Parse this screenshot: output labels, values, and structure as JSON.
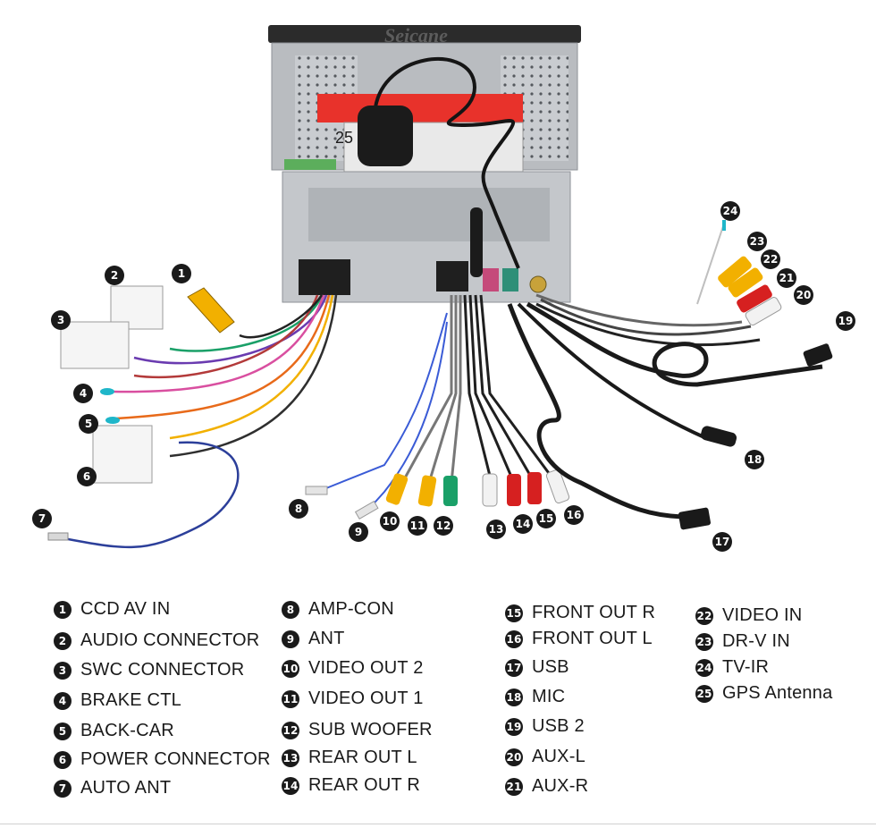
{
  "brand": "Seicane",
  "colors": {
    "badge": "#1a1a1a",
    "rca_yellow": "#f2b000",
    "rca_red": "#d62020",
    "rca_white": "#f2f2f2",
    "rca_green": "#1aa068",
    "casing": "#bfc2c6",
    "label_red": "#e8322b"
  },
  "callouts": [
    {
      "num": "1",
      "label": "CCD AV IN"
    },
    {
      "num": "2",
      "label": "AUDIO CONNECTOR"
    },
    {
      "num": "3",
      "label": "SWC CONNECTOR"
    },
    {
      "num": "4",
      "label": "BRAKE CTL"
    },
    {
      "num": "5",
      "label": "BACK-CAR"
    },
    {
      "num": "6",
      "label": "POWER CONNECTOR"
    },
    {
      "num": "7",
      "label": "AUTO ANT"
    },
    {
      "num": "8",
      "label": "AMP-CON"
    },
    {
      "num": "9",
      "label": "ANT"
    },
    {
      "num": "10",
      "label": "VIDEO OUT 2"
    },
    {
      "num": "11",
      "label": "VIDEO OUT 1"
    },
    {
      "num": "12",
      "label": "SUB WOOFER"
    },
    {
      "num": "13",
      "label": "REAR OUT L"
    },
    {
      "num": "14",
      "label": "REAR OUT R"
    },
    {
      "num": "15",
      "label": "FRONT OUT R"
    },
    {
      "num": "16",
      "label": "FRONT OUT L"
    },
    {
      "num": "17",
      "label": "USB"
    },
    {
      "num": "18",
      "label": "MIC"
    },
    {
      "num": "19",
      "label": "USB 2"
    },
    {
      "num": "20",
      "label": "AUX-L"
    },
    {
      "num": "21",
      "label": "AUX-R"
    },
    {
      "num": "22",
      "label": "VIDEO IN"
    },
    {
      "num": "23",
      "label": "DR-V IN"
    },
    {
      "num": "24",
      "label": "TV-IR"
    },
    {
      "num": "25",
      "label": "GPS Antenna"
    }
  ],
  "legend_columns": [
    {
      "items": [
        0,
        1,
        2,
        3,
        4,
        5,
        6
      ]
    },
    {
      "items": [
        7,
        8,
        9,
        10,
        11,
        12,
        13
      ]
    },
    {
      "items": [
        14,
        15,
        16,
        17,
        18,
        19,
        20
      ]
    },
    {
      "items": [
        21,
        22,
        23,
        24
      ]
    }
  ]
}
